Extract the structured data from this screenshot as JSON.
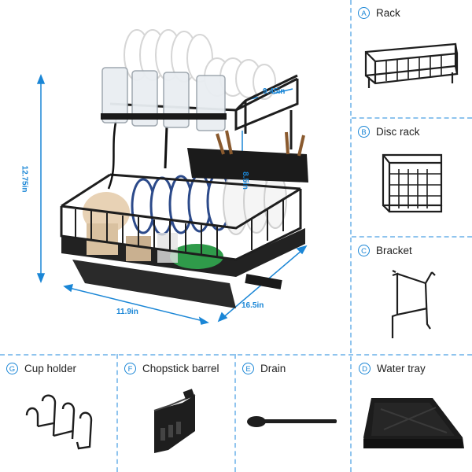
{
  "dimensions": {
    "height": "12.75in",
    "upper_width": "9.45in",
    "tier_gap": "8.5in",
    "length": "11.9in",
    "depth": "16.5in"
  },
  "parts": [
    {
      "letter": "A",
      "label": "Rack",
      "icon": "rack-icon"
    },
    {
      "letter": "B",
      "label": "Disc rack",
      "icon": "disc-rack-icon"
    },
    {
      "letter": "C",
      "label": "Bracket",
      "icon": "bracket-icon"
    },
    {
      "letter": "G",
      "label": "Cup holder",
      "icon": "cup-holder-icon"
    },
    {
      "letter": "F",
      "label": "Chopstick barrel",
      "icon": "chopstick-barrel-icon"
    },
    {
      "letter": "E",
      "label": "Drain",
      "icon": "drain-icon"
    },
    {
      "letter": "D",
      "label": "Water tray",
      "icon": "water-tray-icon"
    }
  ],
  "colors": {
    "accent": "#1a86d6",
    "divider": "#8fc4ee",
    "rack": "#1e1e1e"
  }
}
